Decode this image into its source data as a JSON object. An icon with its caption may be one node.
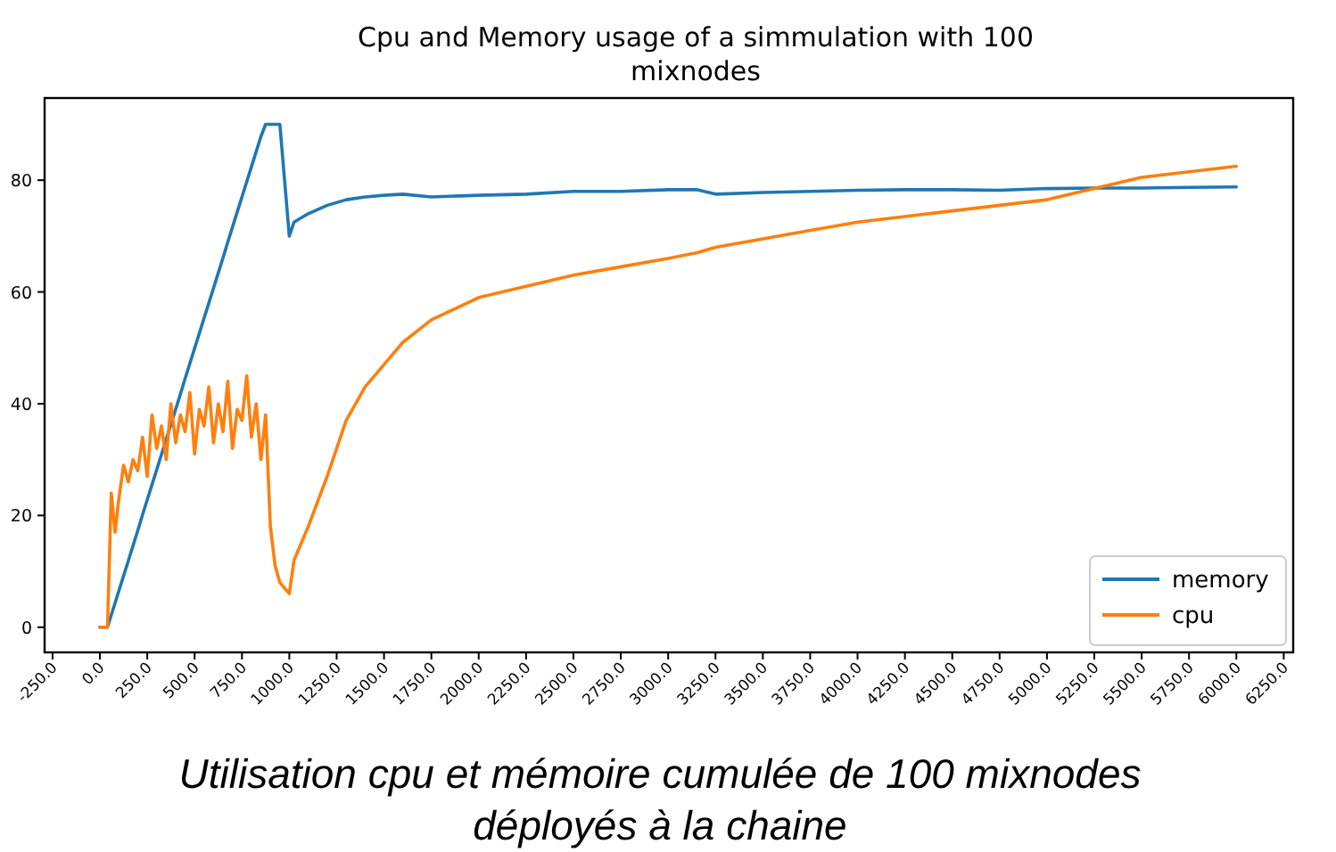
{
  "diagram": {
    "caption": "Utilisation cpu et mémoire cumulée de 100 mixnodes déployés à la chaine",
    "chart_data": {
      "type": "line",
      "title": "Cpu and Memory usage of a simmulation with 100 mixnodes",
      "x": [
        0,
        40,
        60,
        80,
        100,
        125,
        150,
        175,
        200,
        225,
        250,
        275,
        300,
        325,
        350,
        375,
        400,
        425,
        450,
        475,
        500,
        525,
        550,
        575,
        600,
        625,
        650,
        675,
        700,
        725,
        750,
        775,
        800,
        825,
        850,
        875,
        900,
        925,
        950,
        975,
        1000,
        1025,
        1050,
        1100,
        1200,
        1300,
        1400,
        1500,
        1600,
        1750,
        2000,
        2250,
        2500,
        2750,
        3000,
        3150,
        3250,
        3500,
        3750,
        4000,
        4250,
        4500,
        4750,
        5000,
        5250,
        5500,
        5750,
        6000
      ],
      "series": [
        {
          "name": "memory",
          "color": "#1f77b4",
          "values": [
            0,
            0,
            2.2,
            4.3,
            6.5,
            9.2,
            11.9,
            14.6,
            17.3,
            20.1,
            22.8,
            25.5,
            28.2,
            30.9,
            33.6,
            36.3,
            39.0,
            41.7,
            44.5,
            47.2,
            49.9,
            52.6,
            55.3,
            58.0,
            60.7,
            63.4,
            66.1,
            68.9,
            71.6,
            74.3,
            77.0,
            79.7,
            82.4,
            85.1,
            87.8,
            90,
            90,
            90,
            90,
            80,
            70,
            72.5,
            73,
            74,
            75.5,
            76.5,
            77,
            77.3,
            77.5,
            77,
            77.3,
            77.5,
            78,
            78,
            78.3,
            78.3,
            77.5,
            77.8,
            78,
            78.2,
            78.3,
            78.3,
            78.2,
            78.5,
            78.6,
            78.6,
            78.7,
            78.8
          ]
        },
        {
          "name": "cpu",
          "color": "#ff7f0e",
          "values": [
            0,
            0,
            24,
            17,
            23,
            29,
            26,
            30,
            28,
            34,
            27,
            38,
            32,
            36,
            30,
            40,
            33,
            38,
            35,
            42,
            31,
            39,
            36,
            43,
            33,
            40,
            35,
            44,
            32,
            39,
            37,
            45,
            34,
            40,
            30,
            38,
            18,
            11,
            8,
            7,
            6,
            12,
            14,
            18,
            27,
            37,
            43,
            47,
            51,
            55,
            59,
            61,
            63,
            64.5,
            66,
            67,
            68,
            69.5,
            71,
            72.5,
            73.5,
            74.5,
            75.5,
            76.5,
            78.5,
            80.5,
            81.5,
            82.5
          ]
        }
      ],
      "legend": true,
      "xlim": [
        -292,
        6300
      ],
      "ylim": [
        -4.5,
        94.7
      ],
      "xticks": [
        {
          "value": -250,
          "label": "-250.0"
        },
        {
          "value": 0,
          "label": "0.0"
        },
        {
          "value": 250,
          "label": "250.0"
        },
        {
          "value": 500,
          "label": "500.0"
        },
        {
          "value": 750,
          "label": "750.0"
        },
        {
          "value": 1000,
          "label": "1000.0"
        },
        {
          "value": 1250,
          "label": "1250.0"
        },
        {
          "value": 1500,
          "label": "1500.0"
        },
        {
          "value": 1750,
          "label": "1750.0"
        },
        {
          "value": 2000,
          "label": "2000.0"
        },
        {
          "value": 2250,
          "label": "2250.0"
        },
        {
          "value": 2500,
          "label": "2500.0"
        },
        {
          "value": 2750,
          "label": "2750.0"
        },
        {
          "value": 3000,
          "label": "3000.0"
        },
        {
          "value": 3250,
          "label": "3250.0"
        },
        {
          "value": 3500,
          "label": "3500.0"
        },
        {
          "value": 3750,
          "label": "3750.0"
        },
        {
          "value": 4000,
          "label": "4000.0"
        },
        {
          "value": 4250,
          "label": "4250.0"
        },
        {
          "value": 4500,
          "label": "4500.0"
        },
        {
          "value": 4750,
          "label": "4750.0"
        },
        {
          "value": 5000,
          "label": "5000.0"
        },
        {
          "value": 5250,
          "label": "5250.0"
        },
        {
          "value": 5500,
          "label": "5500.0"
        },
        {
          "value": 5750,
          "label": "5750.0"
        },
        {
          "value": 6000,
          "label": "6000.0"
        },
        {
          "value": 6250,
          "label": "6250.0"
        }
      ],
      "yticks": [
        0,
        20,
        40,
        60,
        80
      ]
    }
  }
}
